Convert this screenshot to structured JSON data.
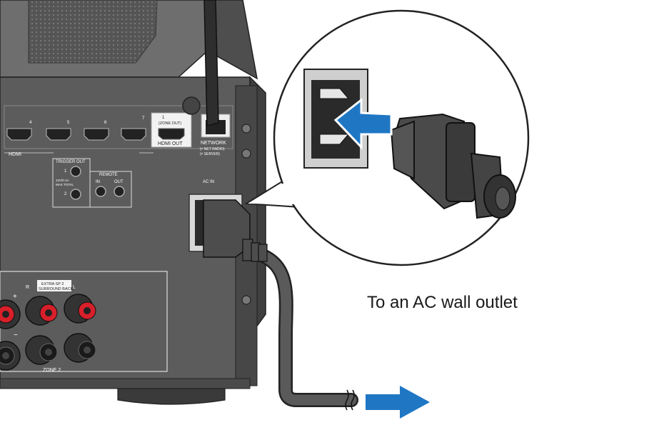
{
  "caption": "To an AC wall outlet",
  "panel": {
    "hdmi_group": "HDMI",
    "hdmi_numbers": [
      "4",
      "5",
      "6",
      "7"
    ],
    "hdmi_out_number": "1",
    "zone_out": "(ZONE OUT)",
    "hdmi_out": "HDMI OUT",
    "network": "NETWORK",
    "network_sub1": "(≠ NET RADIO)",
    "network_sub2": "(≠ SERVER)",
    "trigger_out": "TRIGGER OUT",
    "trigger_1": "1",
    "trigger_2": "2",
    "trigger_spec1": "12V/0.1A",
    "trigger_spec2": "MAX TOTAL",
    "remote": "REMOTE",
    "remote_in": "IN",
    "remote_out": "OUT",
    "ac_in": "AC IN",
    "speaker_r": "R",
    "speaker_l": "L",
    "speaker_plus": "+",
    "speaker_minus": "−",
    "extra_sp_1": "EXTRA SP 2",
    "extra_sp_2": "SURROUND BACK",
    "zone2": "ZONE 2"
  },
  "colors": {
    "chassis": "#5a5a5a",
    "chassis_dark": "#3c3c3c",
    "chassis_light": "#7a7a7a",
    "terminal_red": "#d8202a",
    "arrow_blue": "#1f77c4",
    "cable": "#4a4a4a"
  }
}
